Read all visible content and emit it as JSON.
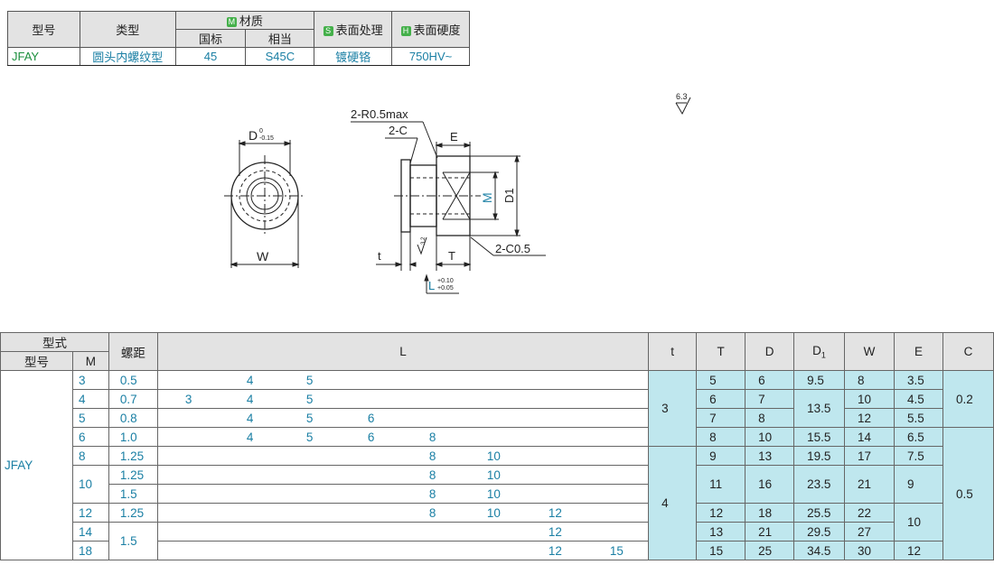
{
  "material_table": {
    "headers": {
      "model": "型号",
      "type": "类型",
      "material_badge": "M",
      "material": "材质",
      "national": "国标",
      "equivalent": "相当",
      "surface_badge": "S",
      "surface": "表面处理",
      "hardness_badge": "H",
      "hardness": "表面硬度"
    },
    "row": {
      "model": "JFAY",
      "type": "圆头内螺纹型",
      "national": "45",
      "equivalent": "S45C",
      "surface": "镀硬铬",
      "hardness": "750HV~"
    }
  },
  "drawing": {
    "D_label": "D",
    "D_tol_upper": "0",
    "D_tol_lower": "-0.15",
    "W_label": "W",
    "radius_note": "2-R0.5max",
    "chamfer_c": "2-C",
    "E_label": "E",
    "M_label": "M",
    "D1_label": "D1",
    "t_label": "t",
    "T_label": "T",
    "chamfer_c05": "2-C0.5",
    "L_label": "L",
    "L_tol_upper": "+0.10",
    "L_tol_lower": "+0.05",
    "surface_roughness": "6.3",
    "small_roughness": "3.2"
  },
  "dimension_table": {
    "headers": {
      "form": "型式",
      "model": "型号",
      "M": "M",
      "pitch": "螺距",
      "L": "L",
      "t": "t",
      "T": "T",
      "D": "D",
      "D1": "D1",
      "W": "W",
      "E": "E",
      "C": "C"
    },
    "model_name": "JFAY",
    "rows": [
      {
        "M": "3",
        "pitch": "0.5",
        "L": [
          "4",
          "5"
        ],
        "T": "5",
        "D": "6",
        "D1": "9.5",
        "W": "8",
        "E": "3.5"
      },
      {
        "M": "4",
        "pitch": "0.7",
        "L": [
          "3",
          "4",
          "5"
        ],
        "T": "6",
        "D": "7",
        "D1": "13.5",
        "W": "10",
        "E": "4.5"
      },
      {
        "M": "5",
        "pitch": "0.8",
        "L": [
          "4",
          "5",
          "6"
        ],
        "T": "7",
        "D": "8",
        "W": "12",
        "E": "5.5"
      },
      {
        "M": "6",
        "pitch": "1.0",
        "L": [
          "4",
          "5",
          "6",
          "8"
        ],
        "T": "8",
        "D": "10",
        "D1": "15.5",
        "W": "14",
        "E": "6.5"
      },
      {
        "M": "8",
        "pitch": "1.25",
        "L": [
          "8",
          "10"
        ],
        "T": "9",
        "D": "13",
        "D1": "19.5",
        "W": "17",
        "E": "7.5"
      },
      {
        "M": "10",
        "pitch": "1.25",
        "L": [
          "8",
          "10"
        ],
        "T": "11",
        "D": "16",
        "D1": "23.5",
        "W": "21",
        "E": "9"
      },
      {
        "pitch": "1.5",
        "L": [
          "8",
          "10"
        ]
      },
      {
        "M": "12",
        "pitch": "1.25",
        "L": [
          "8",
          "10",
          "12"
        ],
        "T": "12",
        "D": "18",
        "D1": "25.5",
        "W": "22",
        "E": "10"
      },
      {
        "M": "14",
        "pitch": "1.5",
        "L": [
          "12"
        ],
        "T": "13",
        "D": "21",
        "D1": "29.5",
        "W": "27"
      },
      {
        "M": "18",
        "L": [
          "12",
          "15"
        ],
        "T": "15",
        "D": "25",
        "D1": "34.5",
        "W": "30",
        "E": "12"
      }
    ],
    "t_values": [
      "3",
      "4"
    ],
    "C_values": [
      "0.2",
      "0.5"
    ]
  }
}
